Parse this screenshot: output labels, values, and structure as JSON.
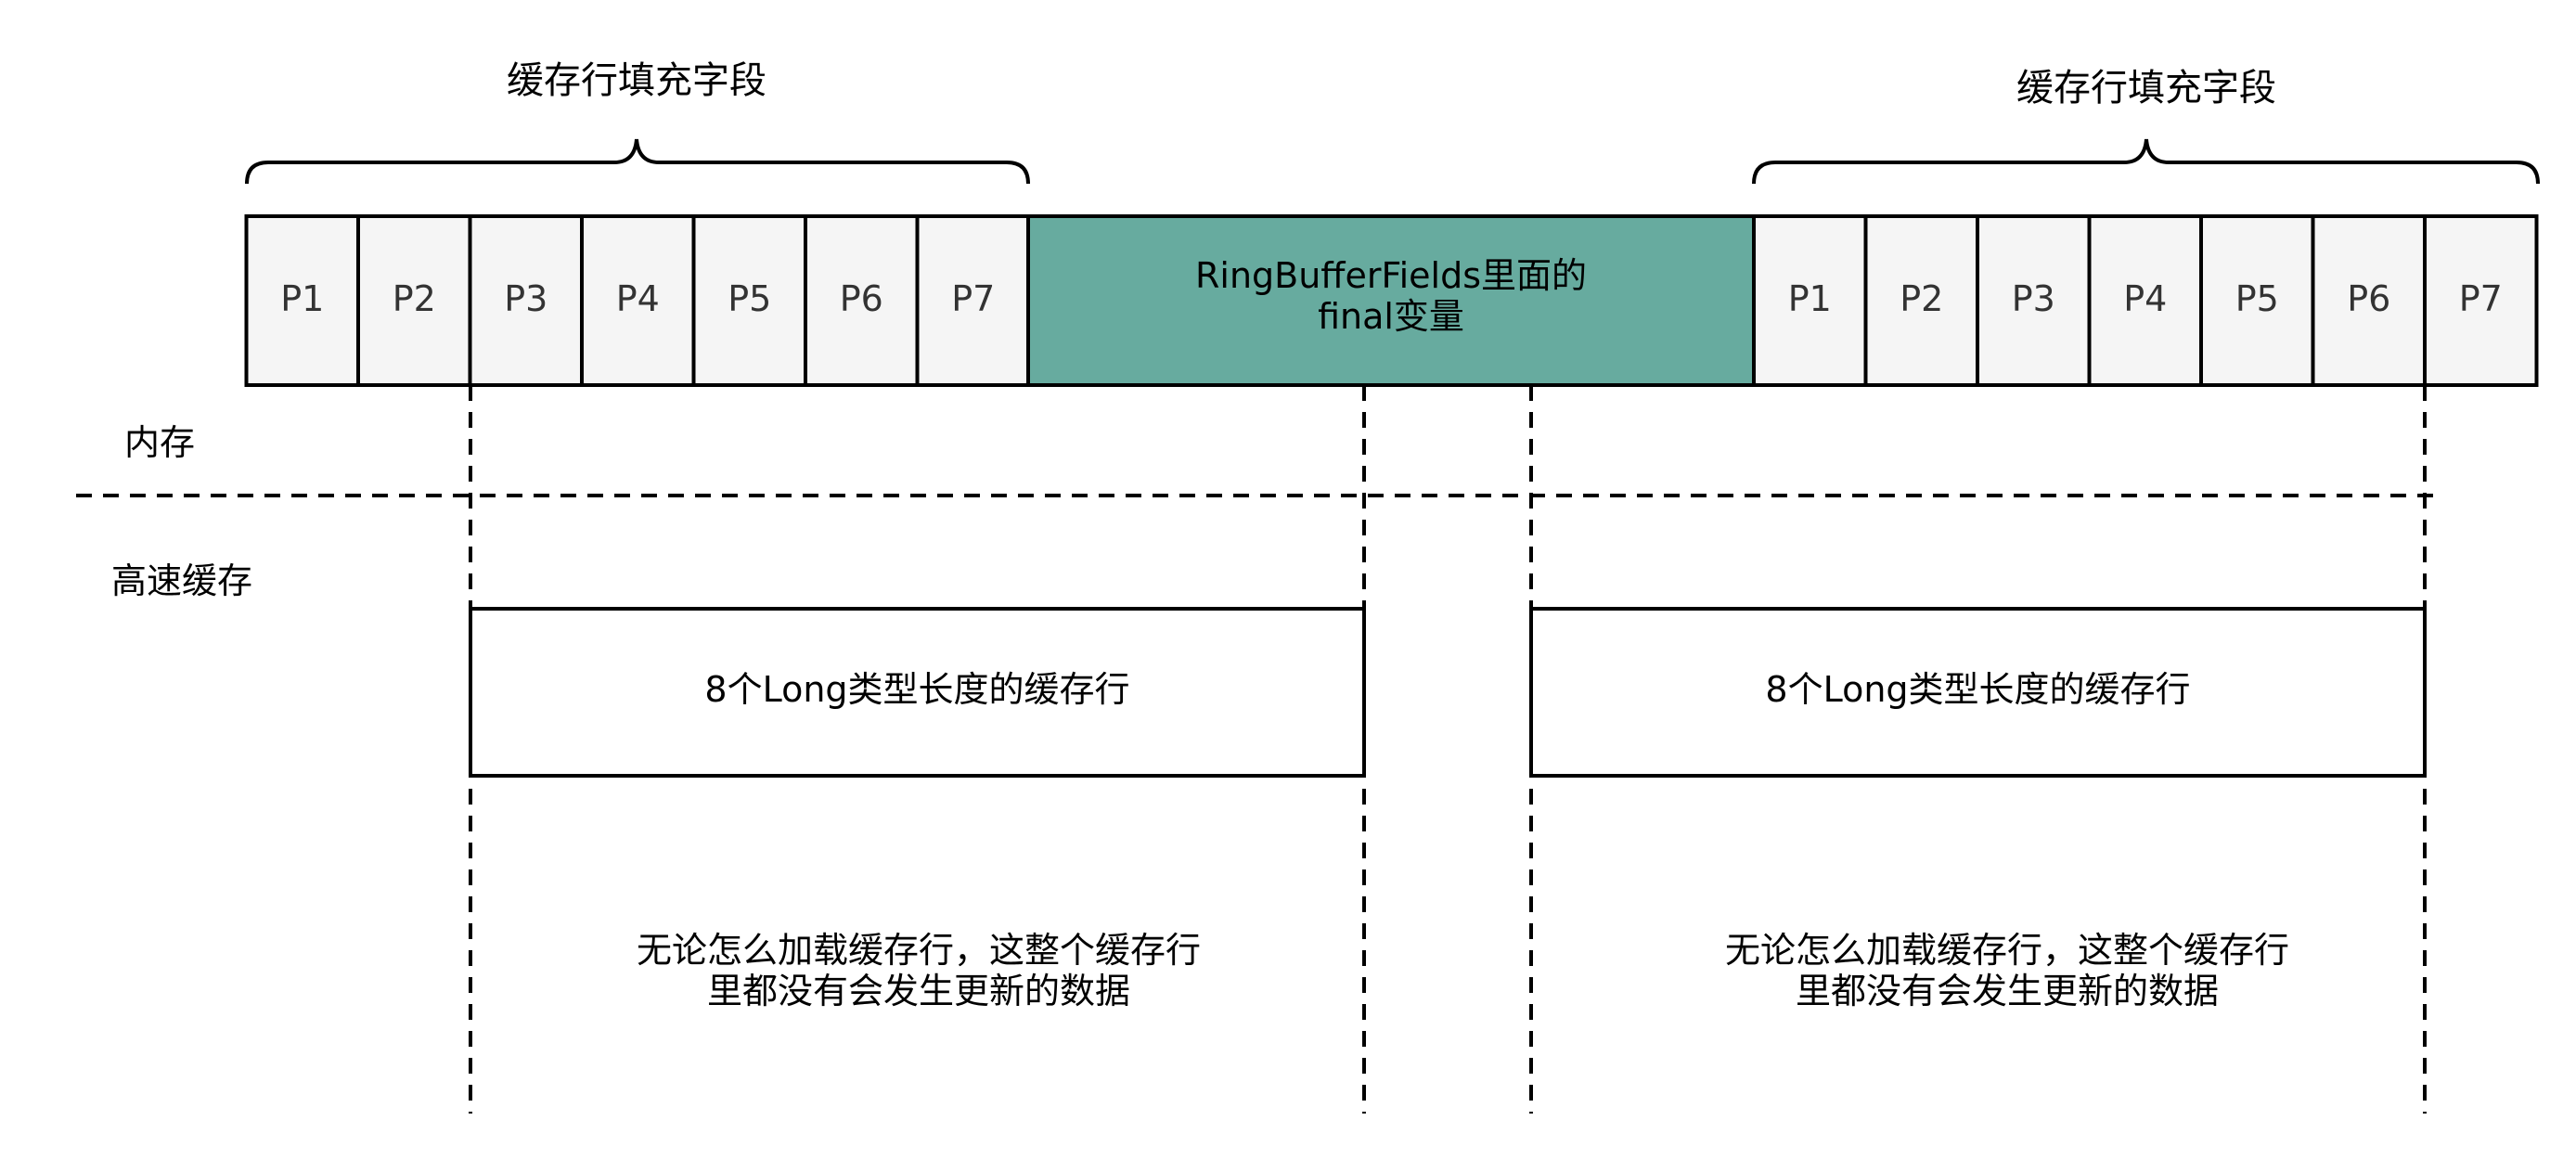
{
  "brace_label_left": "缓存行填充字段",
  "brace_label_right": "缓存行填充字段",
  "pad_cells_left": [
    "P1",
    "P2",
    "P3",
    "P4",
    "P5",
    "P6",
    "P7"
  ],
  "pad_cells_right": [
    "P1",
    "P2",
    "P3",
    "P4",
    "P5",
    "P6",
    "P7"
  ],
  "center_block": {
    "line1": "RingBufferFields里面的",
    "line2": "final变量",
    "color": "#67AB9F"
  },
  "cell_fill": "#F5F5F5",
  "memory_label": "内存",
  "cache_label": "高速缓存",
  "cache_line_left": "8个Long类型长度的缓存行",
  "cache_line_right": "8个Long类型长度的缓存行",
  "note_left": {
    "line1": "无论怎么加载缓存行，这整个缓存行",
    "line2": "里都没有会发生更新的数据"
  },
  "note_right": {
    "line1": "无论怎么加载缓存行，这整个缓存行",
    "line2": "里都没有会发生更新的数据"
  }
}
